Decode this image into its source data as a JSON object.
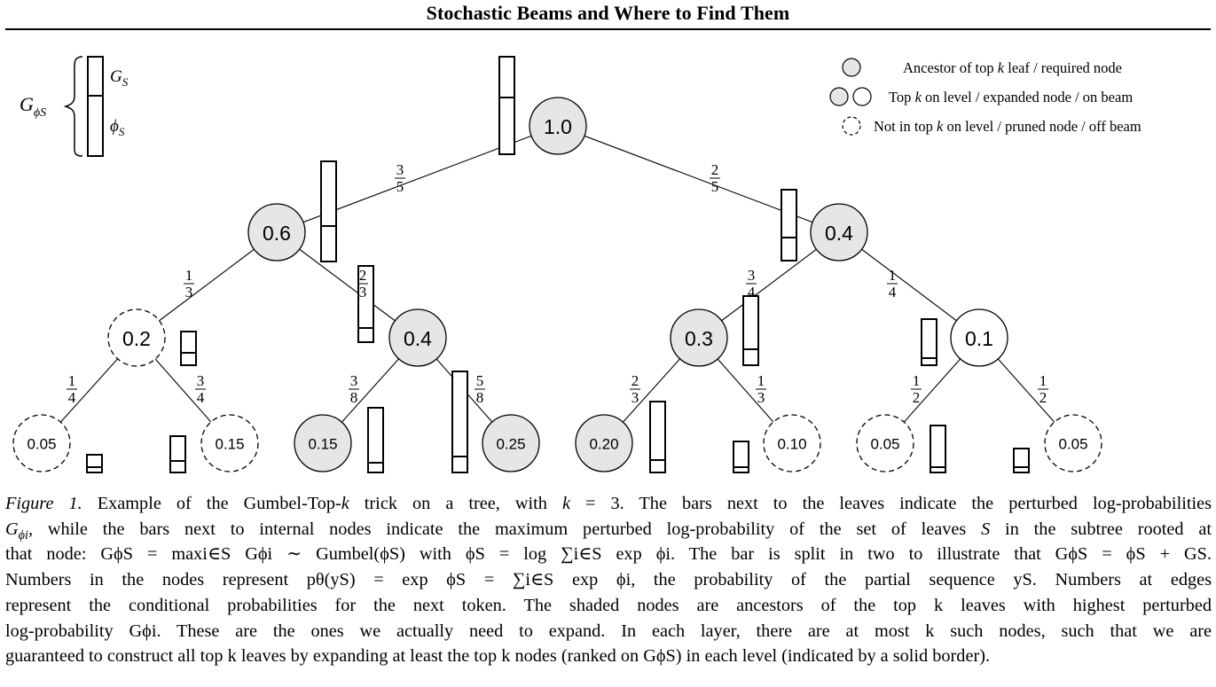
{
  "header": {
    "title": "Stochastic Beams and Where to Find Them"
  },
  "key": {
    "main": "G",
    "main_sub": "ϕS",
    "top_label": "G",
    "top_label_sub": "S",
    "bottom_label": "ϕ",
    "bottom_label_sub": "S"
  },
  "legend": {
    "items": [
      {
        "style": "shaded",
        "pre": "Ancestor of top ",
        "var": "k",
        "post": " leaf / required node"
      },
      {
        "style": "solid",
        "pre": "Top ",
        "var": "k",
        "post": " on level / expanded node / on beam"
      },
      {
        "style": "dashed",
        "pre": "Not in top ",
        "var": "k",
        "post": " on level / pruned node / off beam"
      }
    ]
  },
  "tree": {
    "nodes": [
      {
        "id": "root",
        "label": "1.0",
        "style": "shaded",
        "level": 0
      },
      {
        "id": "a",
        "label": "0.6",
        "style": "shaded",
        "level": 1
      },
      {
        "id": "b",
        "label": "0.4",
        "style": "shaded",
        "level": 1
      },
      {
        "id": "aa",
        "label": "0.2",
        "style": "dashed",
        "level": 2
      },
      {
        "id": "ab",
        "label": "0.4",
        "style": "shaded",
        "level": 2
      },
      {
        "id": "ba",
        "label": "0.3",
        "style": "shaded",
        "level": 2
      },
      {
        "id": "bb",
        "label": "0.1",
        "style": "solid",
        "level": 2
      },
      {
        "id": "aaa",
        "label": "0.05",
        "style": "dashed",
        "level": 3
      },
      {
        "id": "aab",
        "label": "0.15",
        "style": "dashed",
        "level": 3
      },
      {
        "id": "aba",
        "label": "0.15",
        "style": "shaded",
        "level": 3
      },
      {
        "id": "abb",
        "label": "0.25",
        "style": "shaded",
        "level": 3
      },
      {
        "id": "baa",
        "label": "0.20",
        "style": "shaded",
        "level": 3
      },
      {
        "id": "bab",
        "label": "0.10",
        "style": "dashed",
        "level": 3
      },
      {
        "id": "bba",
        "label": "0.05",
        "style": "dashed",
        "level": 3
      },
      {
        "id": "bbb",
        "label": "0.05",
        "style": "dashed",
        "level": 3
      }
    ],
    "edges": [
      {
        "from": "root",
        "to": "a",
        "num": "3",
        "den": "5"
      },
      {
        "from": "root",
        "to": "b",
        "num": "2",
        "den": "5"
      },
      {
        "from": "a",
        "to": "aa",
        "num": "1",
        "den": "3"
      },
      {
        "from": "a",
        "to": "ab",
        "num": "2",
        "den": "3"
      },
      {
        "from": "b",
        "to": "ba",
        "num": "3",
        "den": "4"
      },
      {
        "from": "b",
        "to": "bb",
        "num": "1",
        "den": "4"
      },
      {
        "from": "aa",
        "to": "aaa",
        "num": "1",
        "den": "4"
      },
      {
        "from": "aa",
        "to": "aab",
        "num": "3",
        "den": "4"
      },
      {
        "from": "ab",
        "to": "aba",
        "num": "3",
        "den": "8"
      },
      {
        "from": "ab",
        "to": "abb",
        "num": "5",
        "den": "8"
      },
      {
        "from": "ba",
        "to": "baa",
        "num": "2",
        "den": "3"
      },
      {
        "from": "ba",
        "to": "bab",
        "num": "1",
        "den": "3"
      },
      {
        "from": "bb",
        "to": "bba",
        "num": "1",
        "den": "2"
      },
      {
        "from": "bb",
        "to": "bbb",
        "num": "1",
        "den": "2"
      }
    ]
  },
  "caption": {
    "figure_label": "Figure 1.",
    "l1a": " Example of the Gumbel-Top-",
    "k": "k",
    "l1b": " trick on a tree, with ",
    "l1c": "k",
    "l1d": " = 3. The bars next to the leaves indicate the perturbed log-probabilities",
    "l2a": "G",
    "l2b": "ϕi",
    "l2c": ", while the bars next to internal nodes indicate the maximum perturbed log-probability of the set of leaves ",
    "l2d": "S",
    "l2e": " in the subtree rooted at",
    "l3": "that node: GϕS = maxi∈S Gϕi ∼ Gumbel(ϕS) with ϕS = log ∑i∈S exp ϕi. The bar is split in two to illustrate that GϕS = ϕS + GS.",
    "l4": "Numbers in the nodes represent pθ(yS) = exp ϕS = ∑i∈S exp ϕi, the probability of the partial sequence yS. Numbers at edges",
    "l5": "represent the conditional probabilities for the next token. The shaded nodes are ancestors of the top k leaves with highest perturbed",
    "l6": "log-probability Gϕi. These are the ones we actually need to expand. In each layer, there are at most k such nodes, such that we are",
    "l7": "guaranteed to construct all top k leaves by expanding at least the top k nodes (ranked on GϕS) in each level (indicated by a solid border)."
  }
}
